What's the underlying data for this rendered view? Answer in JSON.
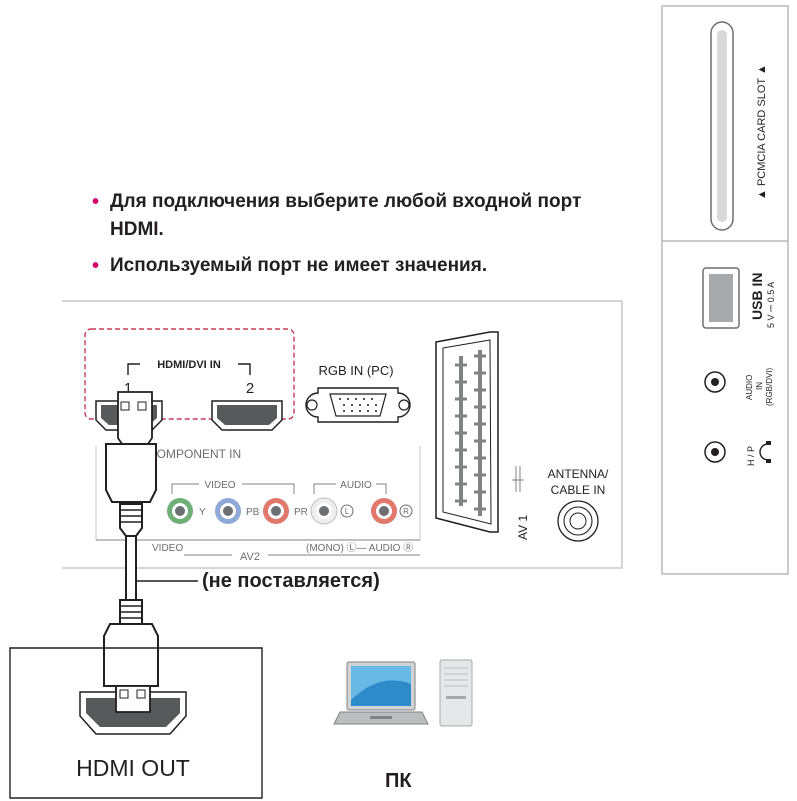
{
  "bullets": [
    "Для подключения выберите любой входной порт HDMI.",
    "Используемый порт не имеет значения."
  ],
  "tv_panel": {
    "hdmi_group_label": "HDMI/DVI IN",
    "hdmi_port_1": "1",
    "hdmi_port_2": "2",
    "rgb_label": "RGB IN (PC)",
    "component_label": "COMPONENT IN",
    "video_group_label": "VIDEO",
    "audio_group_label": "AUDIO",
    "jack_y": "Y",
    "jack_pb": "PB",
    "jack_pr": "PR",
    "jack_l": "L",
    "jack_r": "R",
    "bottom_video": "VIDEO",
    "bottom_av2": "AV2",
    "bottom_mono_audio": "(MONO) Ⓛ— AUDIO  Ⓡ",
    "av1_label": "AV 1",
    "antenna_label_1": "ANTENNA/",
    "antenna_label_2": "CABLE IN"
  },
  "side_panel": {
    "pcmcia_label": "▲ PCMCIA CARD SLOT ▲",
    "usb_label": "USB IN",
    "usb_rating": "5 V ⎓ 0.5 A",
    "audio_in_1": "AUDIO",
    "audio_in_2": "IN",
    "audio_in_3": "(RGB/DVI)",
    "headphone_label": "H / P"
  },
  "cable_caption": "(не поставляется)",
  "source_device": {
    "port_label": "HDMI OUT"
  },
  "pc_label": "ПК",
  "colors": {
    "bullet": "#d9006c",
    "dashed_box": "#c8395a",
    "jack_green": "#6fae77",
    "jack_blue": "#8fa9d8",
    "jack_red": "#e2786b",
    "panel_border": "#c7c7c7"
  }
}
